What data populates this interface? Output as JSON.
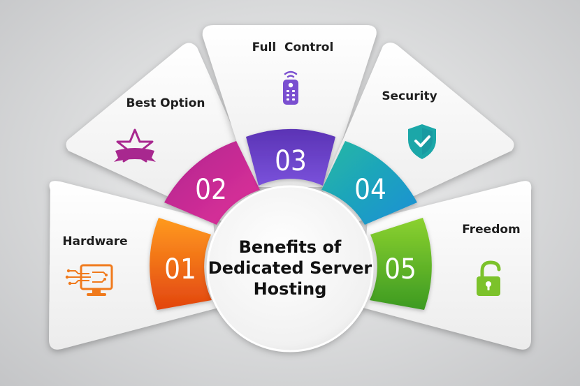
{
  "title_lines": [
    "Benefits of",
    "Dedicated Server",
    "Hosting"
  ],
  "items": [
    {
      "number": "01",
      "label": "Hardware",
      "icon": "circuit-monitor-icon",
      "color": "#f26a16"
    },
    {
      "number": "02",
      "label": "Best Option",
      "icon": "star-ribbon-icon",
      "color": "#c9208f"
    },
    {
      "number": "03",
      "label": "Full  Control",
      "icon": "remote-control-icon",
      "color": "#6a3fc9"
    },
    {
      "number": "04",
      "label": "Security",
      "icon": "shield-check-icon",
      "color": "#1fa6cf"
    },
    {
      "number": "05",
      "label": "Freedom",
      "icon": "unlocked-padlock-icon",
      "color": "#6bbf2a"
    }
  ]
}
